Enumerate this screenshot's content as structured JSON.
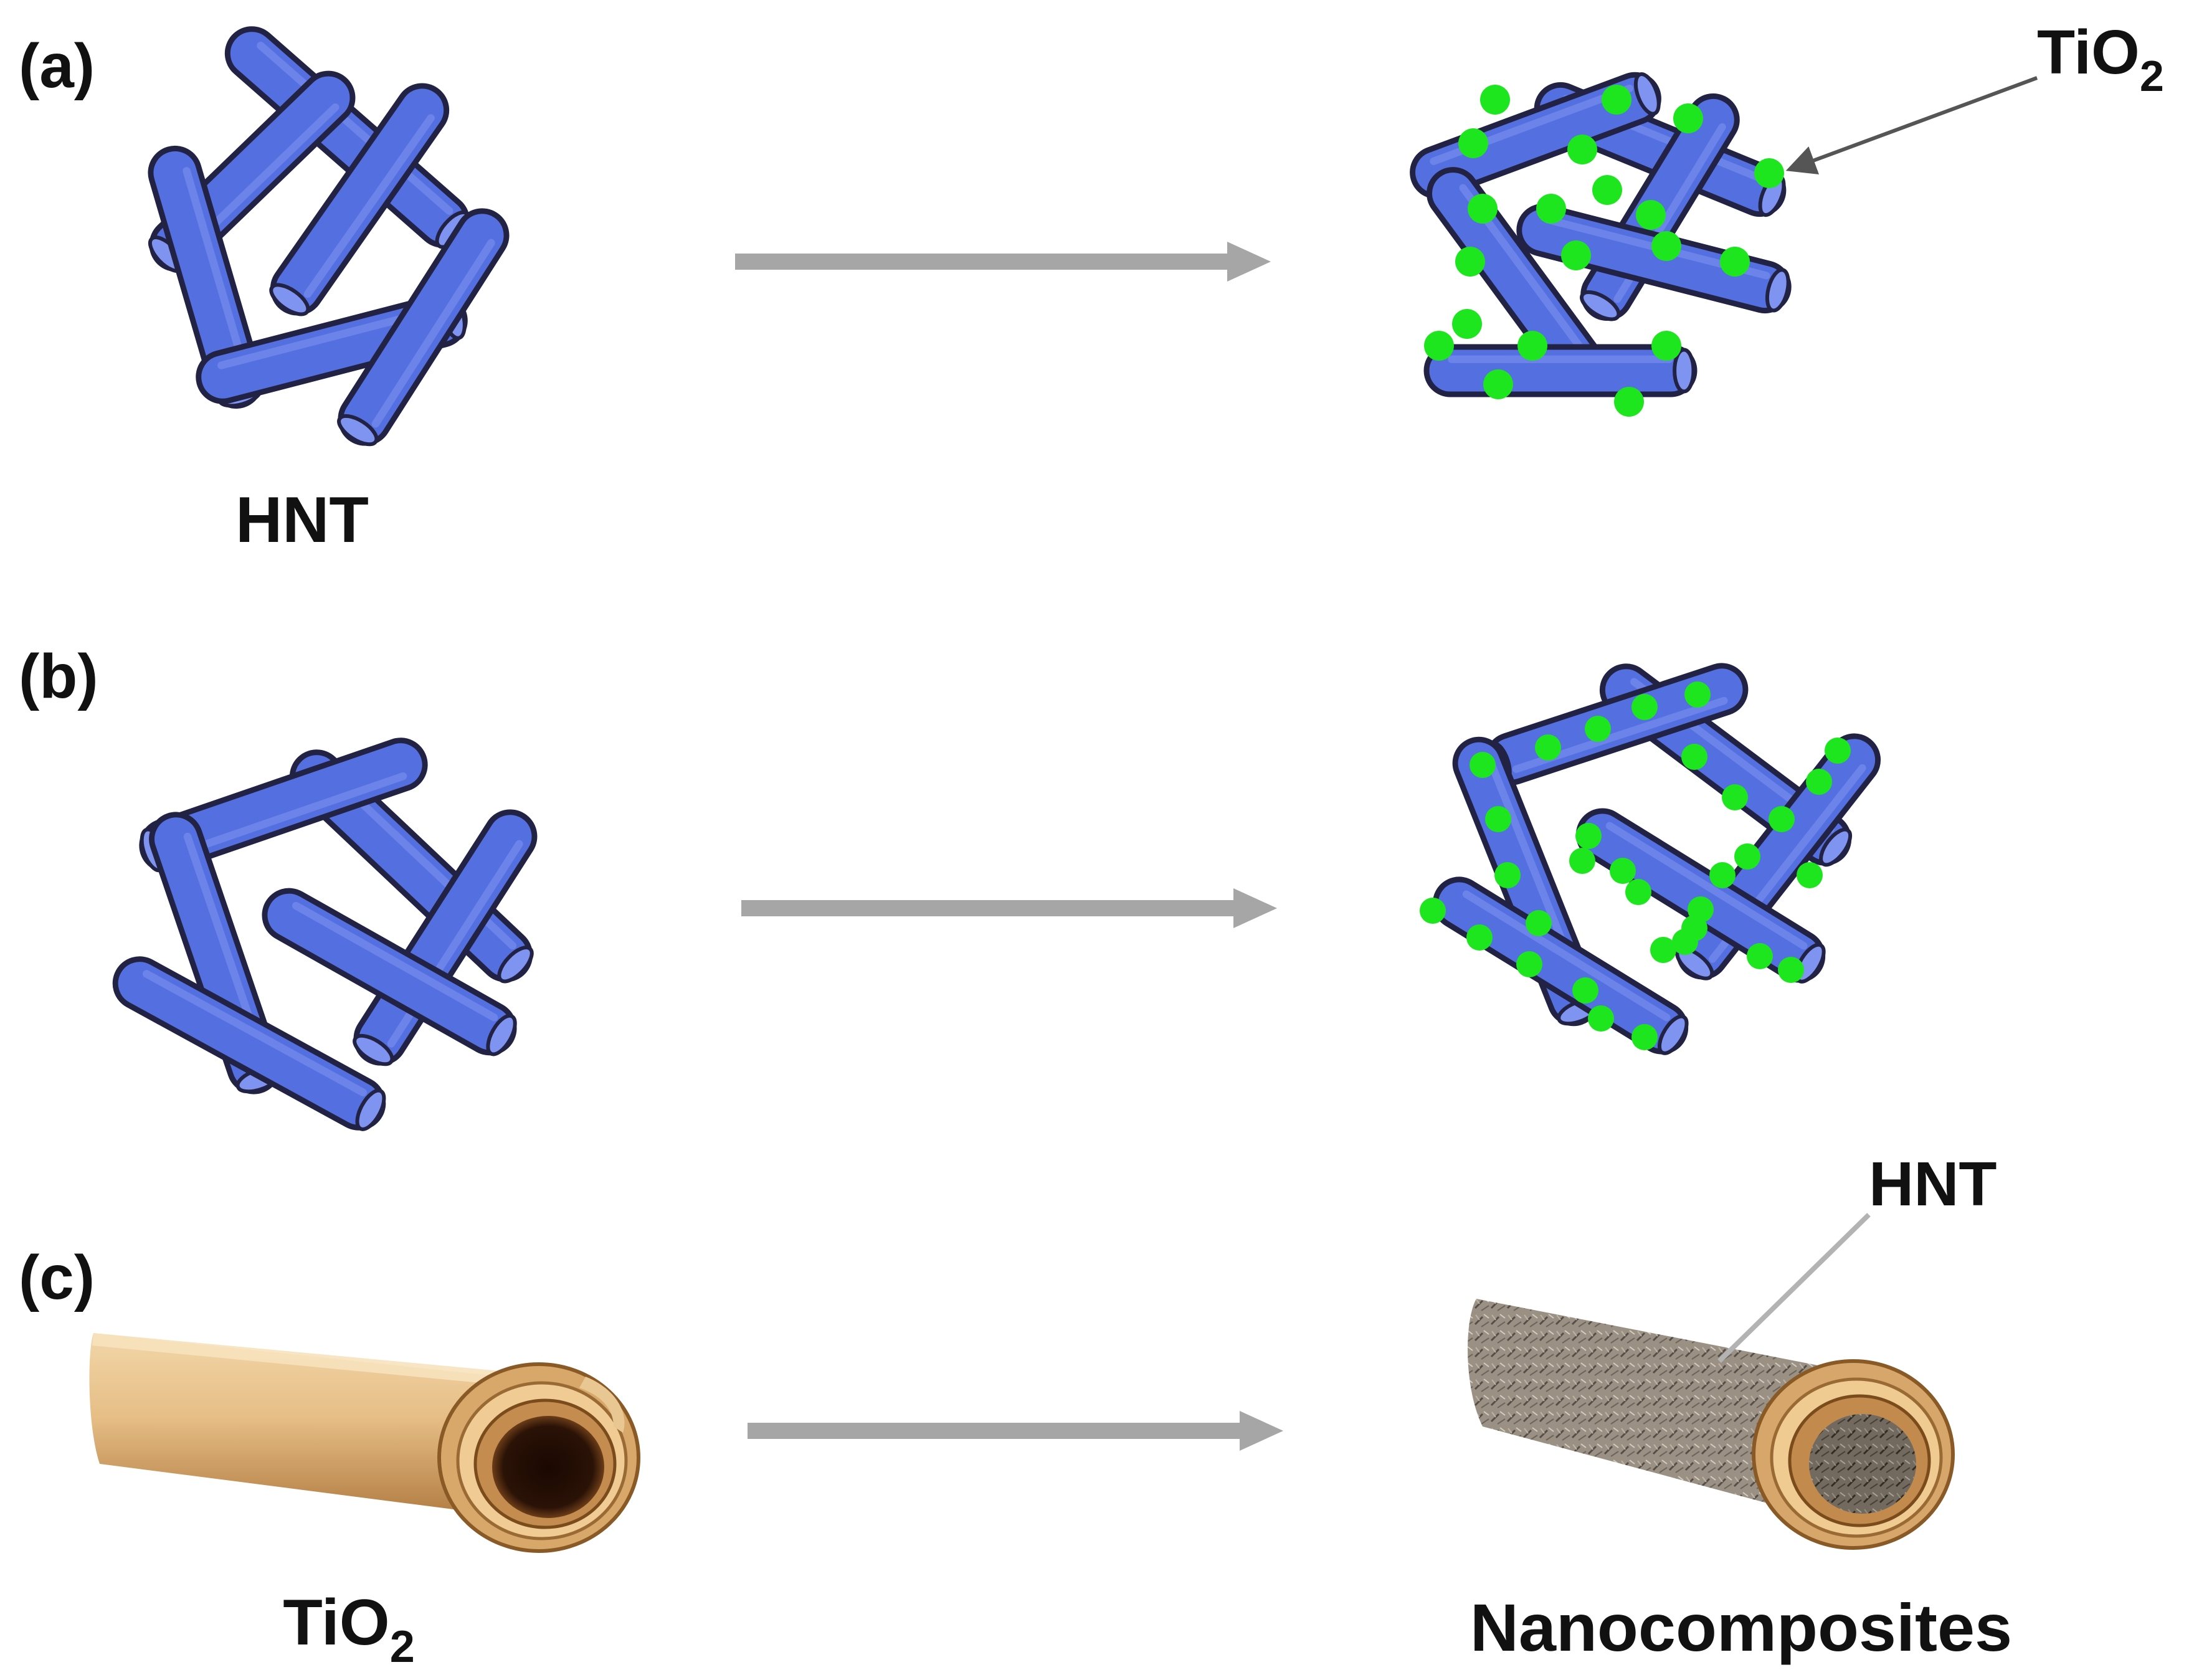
{
  "panels": {
    "a": {
      "label": "(a)",
      "left_caption": "HNT",
      "callout": {
        "main": "TiO",
        "sub": "2"
      }
    },
    "b": {
      "label": "(b)"
    },
    "c": {
      "label": "(c)",
      "left_caption": {
        "main": "TiO",
        "sub": "2"
      },
      "right_caption": "Nanocomposites",
      "callout": "HNT"
    }
  },
  "colors": {
    "tube_fill": "#5470e0",
    "tube_highlight": "#7f94f0",
    "tube_outline": "#222244",
    "particle": "#1ee61e",
    "arrow": "#a6a6a6",
    "roll_light": "#e6be86",
    "roll_dark": "#b07a40",
    "roll_core": "#2a1206"
  }
}
